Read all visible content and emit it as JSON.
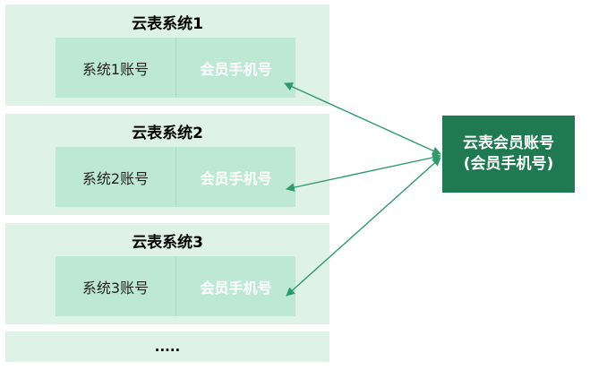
{
  "systems": [
    {
      "title": "云表系统1",
      "account": "系统1账号",
      "phone": "会员手机号"
    },
    {
      "title": "云表系统2",
      "account": "系统2账号",
      "phone": "会员手机号"
    },
    {
      "title": "云表系统3",
      "account": "系统3账号",
      "phone": "会员手机号"
    }
  ],
  "more": ".....",
  "target": {
    "line1": "云表会员账号",
    "line2": "(会员手机号)"
  },
  "colors": {
    "panel": "#dff2e8",
    "row": "#bde9d4",
    "target": "#1f7a52",
    "arrow": "#2e9a6a"
  }
}
